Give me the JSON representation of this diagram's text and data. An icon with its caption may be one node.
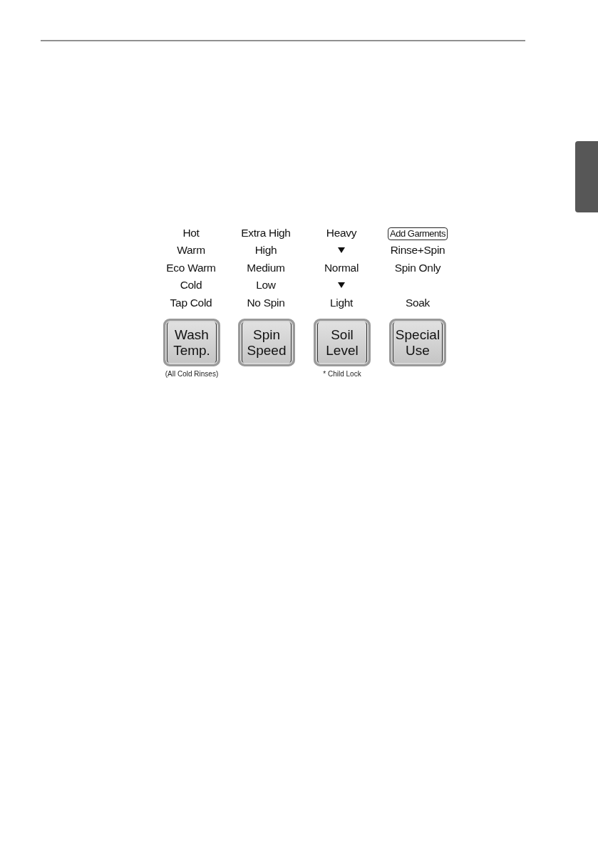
{
  "diagram": {
    "nodes": [
      {
        "text": [
          "Add Garments"
        ]
      },
      {
        "text": [
          "Wash Temp."
        ],
        "beside": [
          "(All Cold Rinses)"
        ]
      },
      {
        "text": [
          "Spin Speed"
        ]
      },
      {
        "text": [
          "Soil Level"
        ],
        "beside": [
          "* Child Lock"
        ]
      },
      {
        "text": [
          "Special Use"
        ]
      },
      {
        "text": [],
        "shape": "box"
      }
    ],
    "edges": [],
    "labels": [
      "Hot",
      "Extra High",
      "Heavy",
      "Warm",
      "High",
      "Rinse+Spin",
      "Eco Warm",
      "Medium",
      "Normal",
      "Spin Only",
      "Cold",
      "Low",
      "Tap Cold",
      "No Spin",
      "Light",
      "Soak"
    ]
  }
}
